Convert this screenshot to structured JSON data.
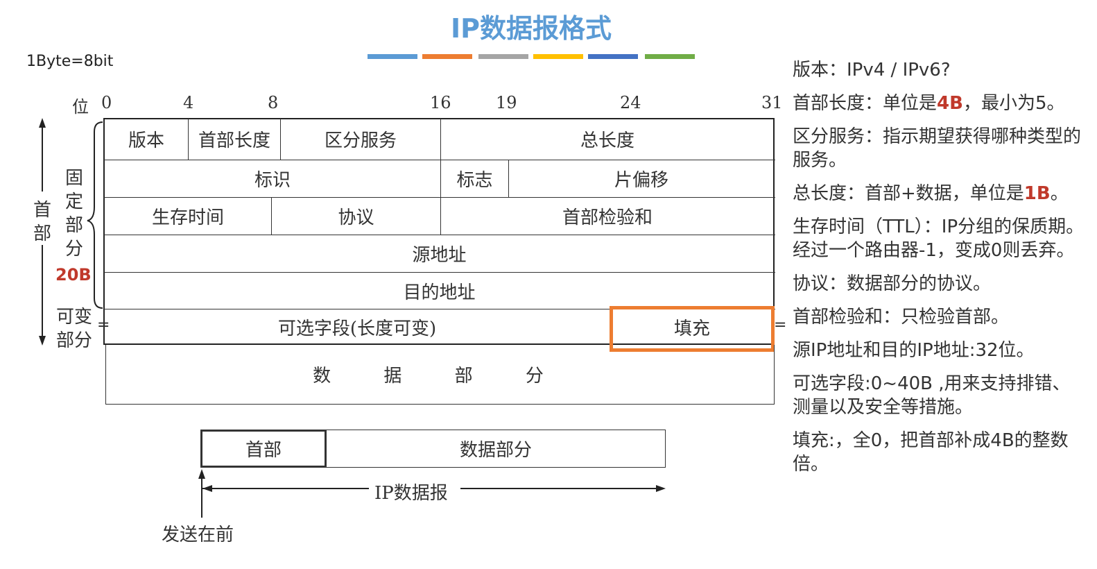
{
  "title": "IP数据报格式",
  "colors": {
    "bars": [
      "#5b9bd5",
      "#ed7d31",
      "#a5a5a5",
      "#ffc000",
      "#4472c4",
      "#70ad47"
    ],
    "highlight": "#ed7d31",
    "emphasis": "#c0392b",
    "title": "#5b9bd5"
  },
  "unit_note": "1Byte=8bit",
  "bit_axis": {
    "label": "位",
    "ticks": [
      "0",
      "4",
      "8",
      "16",
      "19",
      "24",
      "31"
    ]
  },
  "fields": {
    "version": "版本",
    "header_length": "首部长度",
    "diff_service": "区分服务",
    "total_length": "总长度",
    "identification": "标识",
    "flags": "标志",
    "fragment_offset": "片偏移",
    "ttl": "生存时间",
    "protocol": "协议",
    "checksum": "首部检验和",
    "src_addr": "源地址",
    "dst_addr": "目的地址",
    "options": "可选字段(长度可变)",
    "padding": "填充",
    "data": "数 据 部 分"
  },
  "left_labels": {
    "header_line1": "首",
    "header_line2": "部",
    "fixed_line1": "固",
    "fixed_line2": "定",
    "fixed_line3": "部",
    "fixed_line4": "分",
    "fixed_size": "20B",
    "variable_line1": "可变",
    "variable_line2": "部分"
  },
  "packet": {
    "header": "首部",
    "data": "数据部分",
    "name": "IP数据报",
    "send_first": "发送在前"
  },
  "notes": {
    "version": "版本：IPv4 / IPv6?",
    "header_length_a": "首部长度：单位是",
    "header_length_em": "4B",
    "header_length_b": "，最小为5。",
    "diff_service": "区分服务：指示期望获得哪种类型的服务。",
    "total_length_a": "总长度：首部+数据，单位是",
    "total_length_em": "1B",
    "total_length_b": "。",
    "ttl": "生存时间（TTL）：IP分组的保质期。经过一个路由器-1，变成0则丢弃。",
    "protocol": "协议：数据部分的协议。",
    "checksum": "首部检验和：只检验首部。",
    "addresses": "源IP地址和目的IP地址:32位。",
    "options": "可选字段:0~40B ,用来支持排错、测量以及安全等措施。",
    "padding": "填充:，全0，把首部补成4B的整数倍。"
  }
}
